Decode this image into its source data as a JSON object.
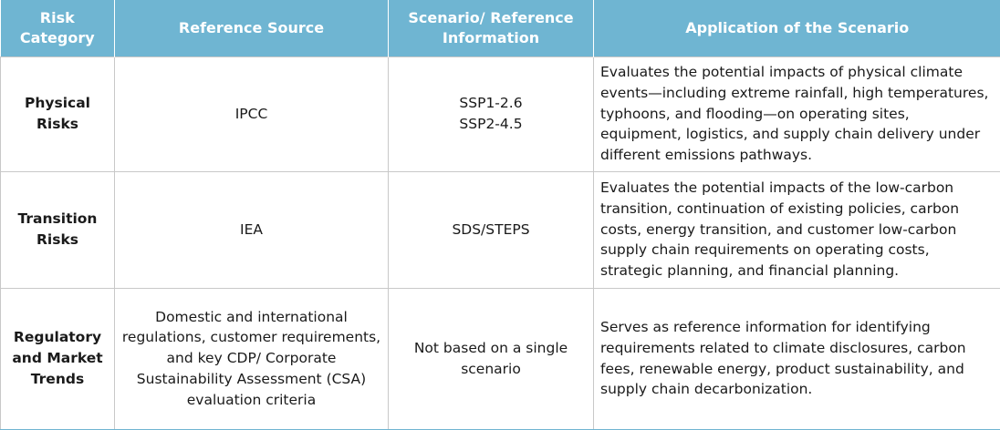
{
  "headers": {
    "category": [
      "Risk",
      "Category"
    ],
    "source": "Reference Source",
    "scenario": [
      "Scenario/ Reference",
      "Information"
    ],
    "application": "Application of the Scenario"
  },
  "rows": [
    {
      "category": [
        "Physical",
        "Risks"
      ],
      "source": "IPCC",
      "scenario": [
        "SSP1-2.6",
        "SSP2-4.5"
      ],
      "application": "Evaluates the potential impacts of physical climate events—including extreme rainfall, high temperatures, typhoons, and flooding—on operating sites, equipment, logistics, and supply chain delivery under different emissions pathways."
    },
    {
      "category": [
        "Transition",
        "Risks"
      ],
      "source": "IEA",
      "scenario": [
        "SDS/STEPS"
      ],
      "application": "Evaluates the potential impacts of the low-carbon transition, continuation of existing policies, carbon costs, energy transition, and customer low-carbon supply chain requirements on operating costs, strategic planning, and financial planning."
    },
    {
      "category": [
        "Regulatory",
        "and Market",
        "Trends"
      ],
      "source": "Domestic and international regulations, customer requirements, and key CDP/ Corporate Sustainability Assessment (CSA) evaluation criteria",
      "scenario": [
        "Not based on a single",
        "scenario"
      ],
      "application": "Serves as reference information for identifying requirements related to climate disclosures, carbon fees, renewable energy, product sustainability, and supply chain decarbonization."
    }
  ]
}
